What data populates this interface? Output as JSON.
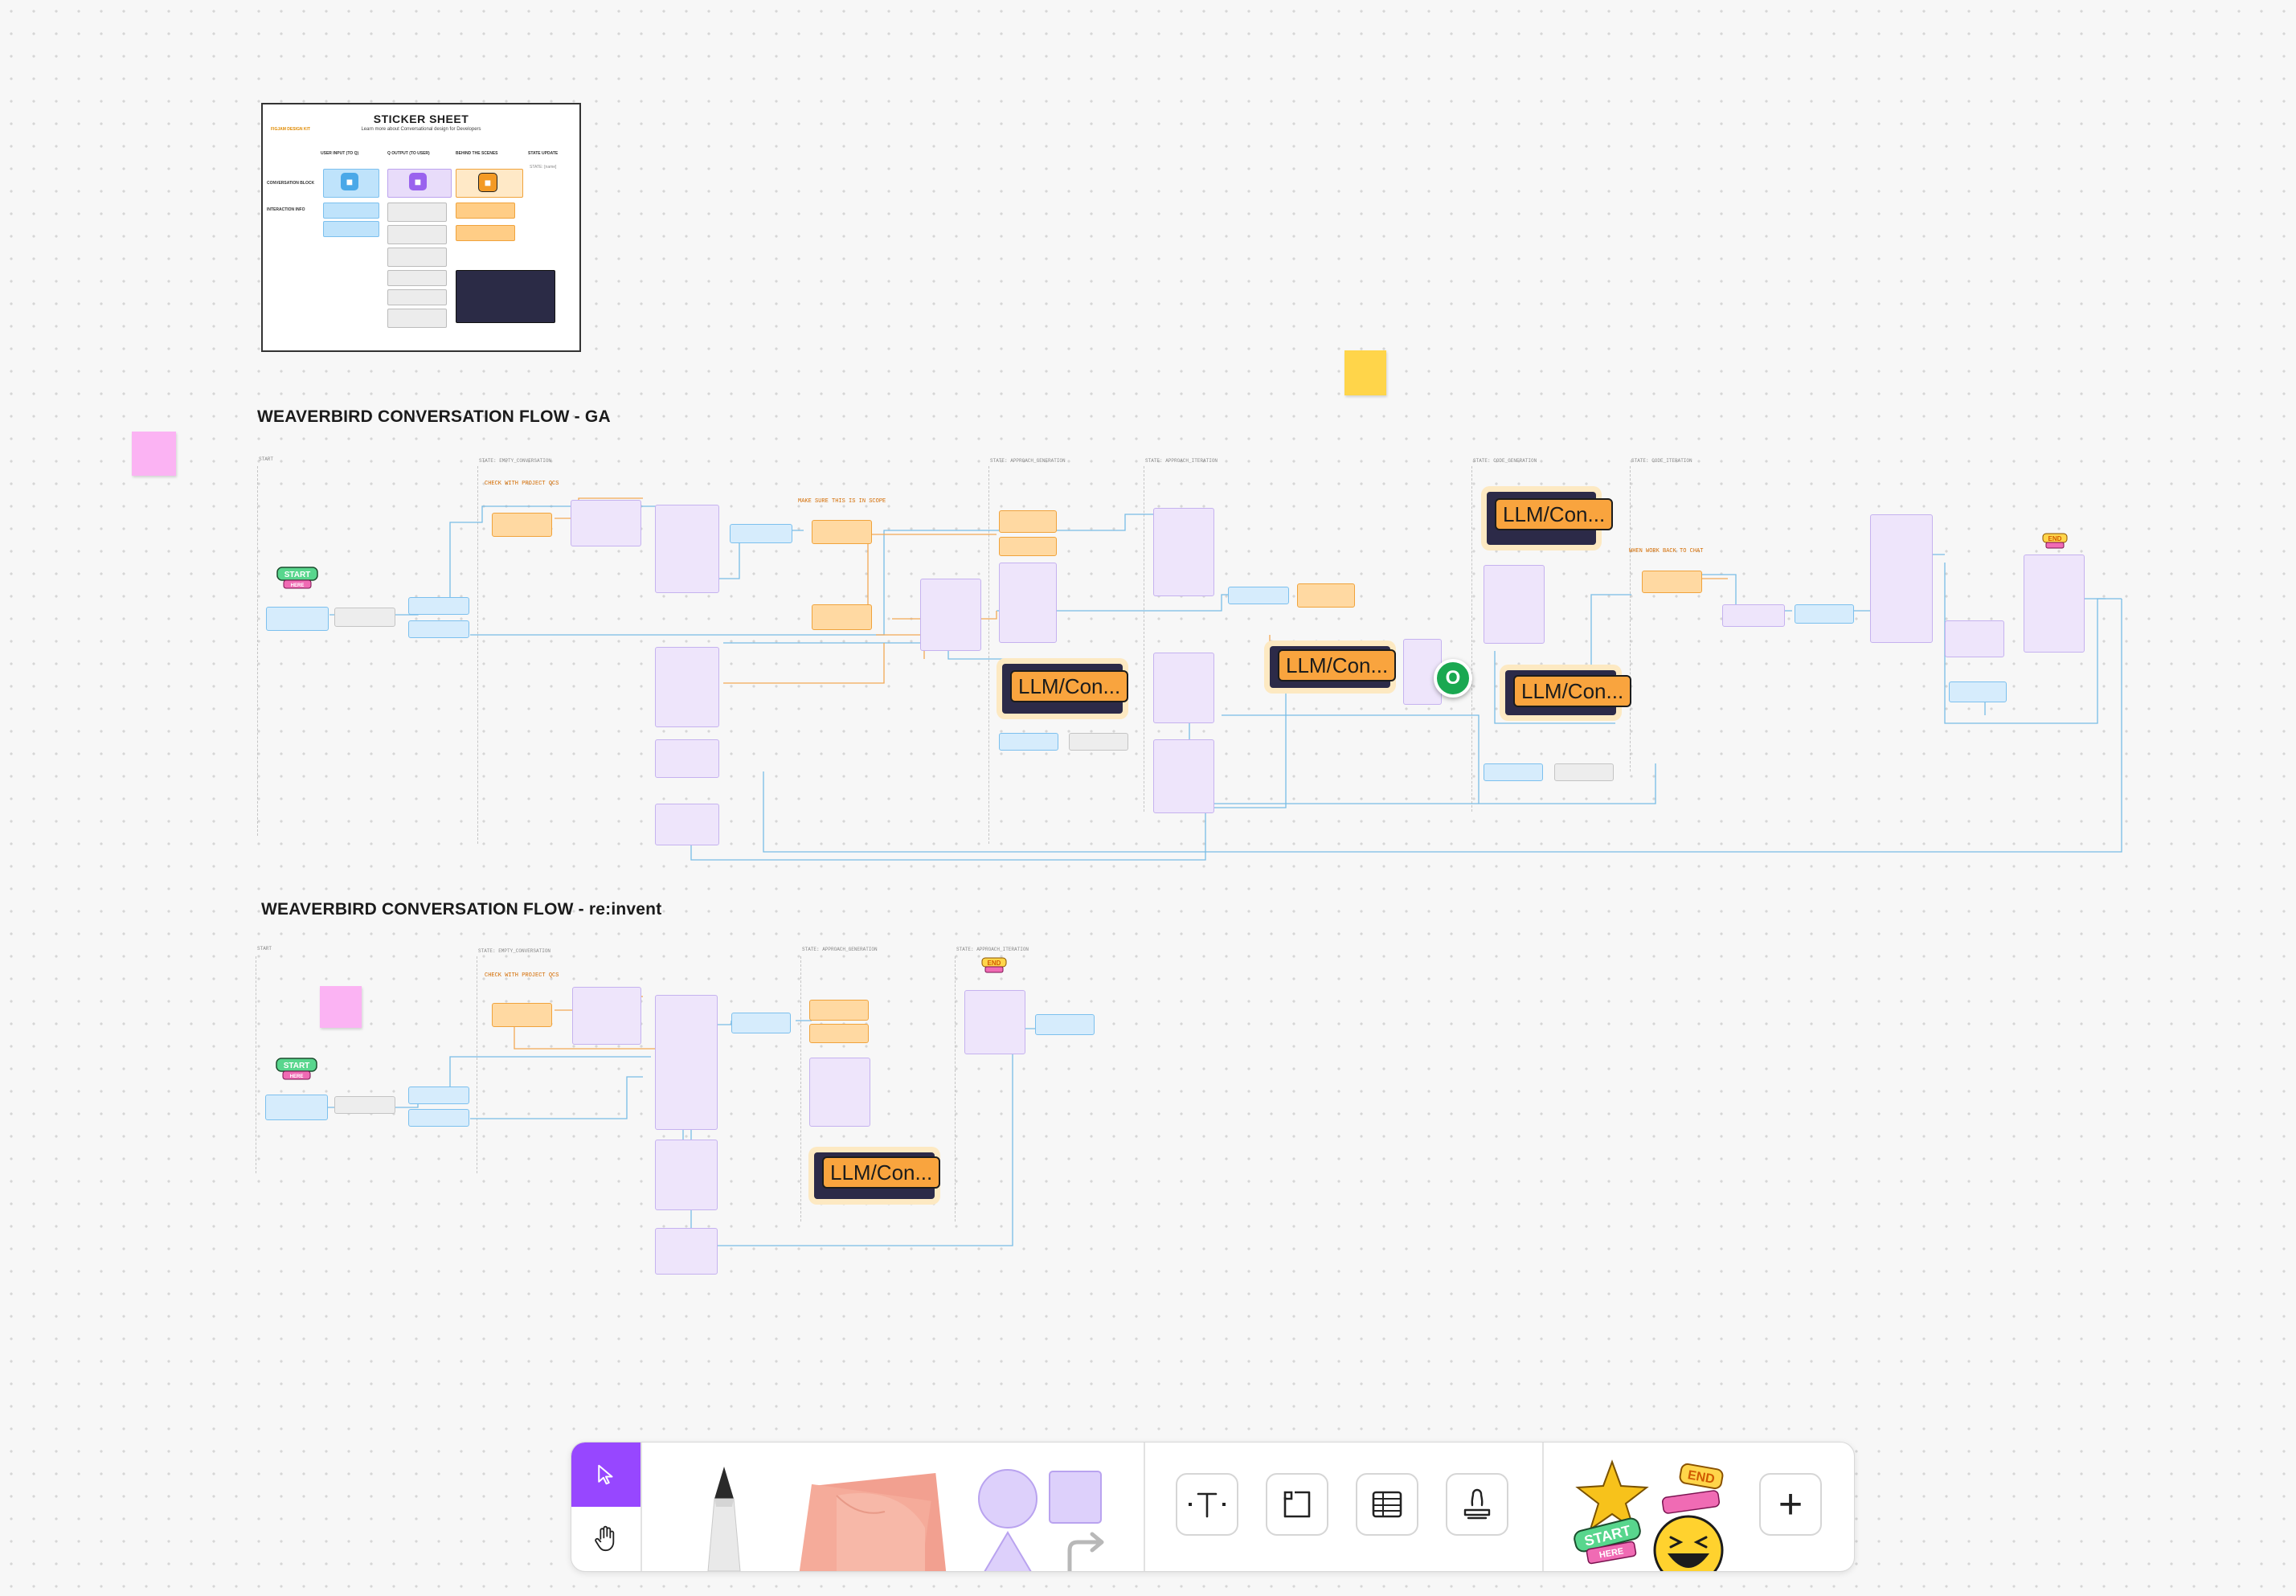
{
  "sticker_sheet": {
    "title": "STICKER SHEET",
    "subtitle": "Learn more about Conversational design for Developers",
    "kit_label": "FIGJAM DESIGN KIT",
    "columns": [
      "USER INPUT (TO Q)",
      "Q OUTPUT (TO USER)",
      "BEHIND THE SCENES",
      "STATE UPDATE"
    ],
    "rows": [
      "CONVERSATION BLOCK",
      "INTERACTION INFO"
    ],
    "state_tag": "STATE: [name]"
  },
  "flow_ga": {
    "title": "WEAVERBIRD CONVERSATION FLOW - GA",
    "states": [
      "START",
      "STATE: EMPTY_CONVERSATION",
      "STATE: APPROACH_GENERATION",
      "STATE: APPROACH_ITERATION",
      "STATE: CODE_GENERATION",
      "STATE: CODE_ITERATION"
    ],
    "signs": [
      "CHECK WITH PROJECT QCS",
      "MAKE SURE THIS IS IN SCOPE",
      "WHEN WORK BACK TO CHAT"
    ],
    "llm_cards": [
      "LLM/Con...",
      "LLM/Con...",
      "LLM/Con...",
      "LLM/Con..."
    ]
  },
  "flow_reinvent": {
    "title": "WEAVERBIRD CONVERSATION FLOW - re:invent",
    "states": [
      "START",
      "STATE: EMPTY_CONVERSATION",
      "STATE: APPROACH_GENERATION",
      "STATE: APPROACH_ITERATION"
    ],
    "signs": [
      "CHECK WITH PROJECT QCS"
    ],
    "llm_cards": [
      "LLM/Con..."
    ]
  },
  "badges": {
    "start_top": "START",
    "start_sub": "HERE",
    "end": "END"
  },
  "collaborator": {
    "initial": "O",
    "color": "#1aa851"
  },
  "toolbar": {
    "select_color": "#9747ff",
    "tools": [
      "select-tool",
      "hand-tool",
      "marker-tool",
      "sticky-note-tool",
      "shapes-tool",
      "connector-tool",
      "text-tool",
      "section-tool",
      "table-tool",
      "stamp-tool",
      "stickers-tool",
      "more-tool"
    ],
    "plus": "+"
  }
}
